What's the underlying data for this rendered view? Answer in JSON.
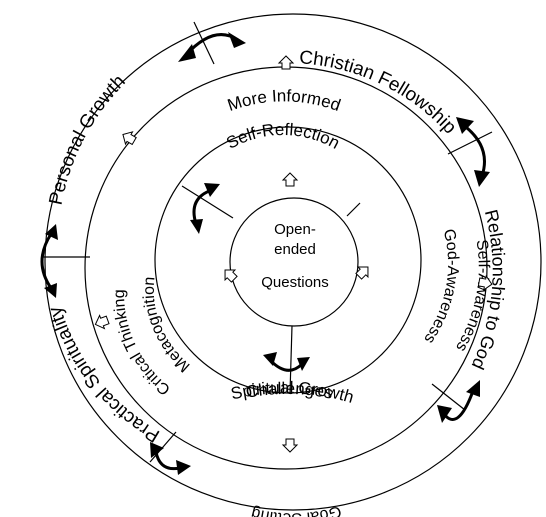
{
  "center": {
    "line1": "Open-",
    "line2": "ended",
    "line3": "Questions"
  },
  "inner_ring": {
    "top": "Self-Reflection",
    "right_line1": "Self-Awareness",
    "right_line2": "God-Awareness",
    "left_line1": "Critical Thinking",
    "left_line2": "Metacognition"
  },
  "middle_ring": {
    "top": "More Informed",
    "bottom": "Goal Setting"
  },
  "outer_ring": {
    "top_right": "Christian Fellowship",
    "right": "Relationship to God",
    "bottom_line1": "Spiritual Growth",
    "bottom_line2": "Challenges",
    "left": "Practical Spirituality",
    "top_left": "Personal Growth"
  }
}
